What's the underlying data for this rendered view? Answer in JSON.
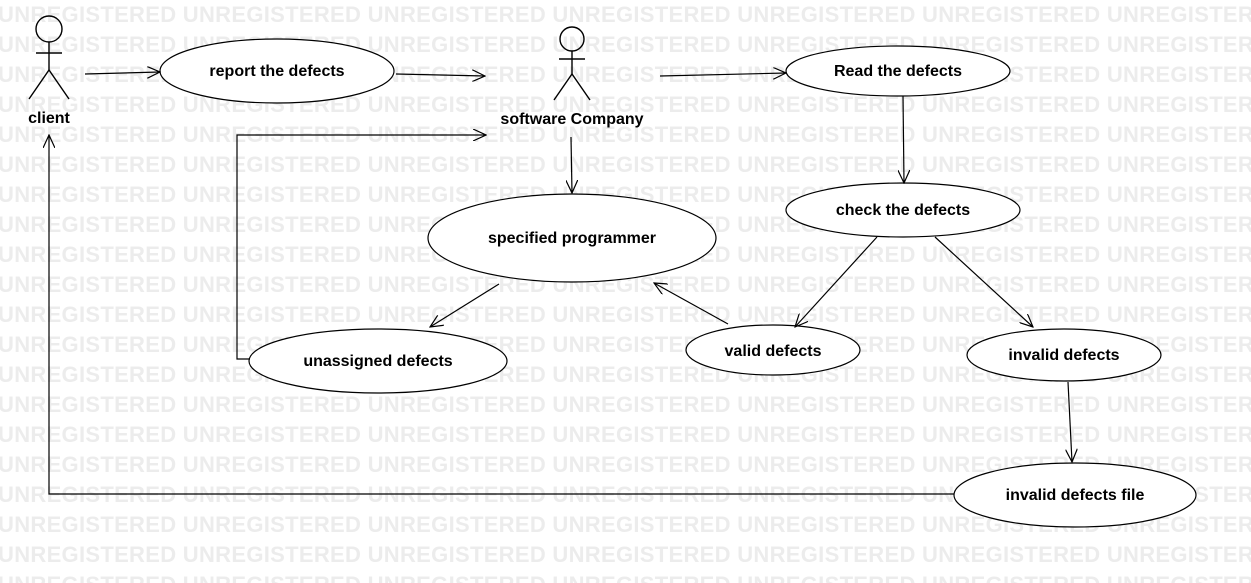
{
  "watermark_text": "UNREGISTERED",
  "actors": {
    "client": "client",
    "company": "software Company"
  },
  "use_cases": {
    "report": "report the defects",
    "read": "Read the defects",
    "check": "check the defects",
    "programmer": "specified programmer",
    "unassigned": "unassigned defects",
    "valid": "valid defects",
    "invalid": "invalid defects",
    "invalid_file": "invalid defects file"
  },
  "relations": [
    {
      "from": "client",
      "to": "report the defects"
    },
    {
      "from": "report the defects",
      "to": "software Company"
    },
    {
      "from": "software Company",
      "to": "Read the defects"
    },
    {
      "from": "Read the defects",
      "to": "check the defects"
    },
    {
      "from": "check the defects",
      "to": "valid defects"
    },
    {
      "from": "check the defects",
      "to": "invalid defects"
    },
    {
      "from": "invalid defects",
      "to": "invalid defects file"
    },
    {
      "from": "invalid defects file",
      "to": "client"
    },
    {
      "from": "software Company",
      "to": "specified programmer"
    },
    {
      "from": "valid defects",
      "to": "specified programmer"
    },
    {
      "from": "specified programmer",
      "to": "unassigned defects"
    },
    {
      "from": "unassigned defects",
      "to": "software Company"
    }
  ]
}
